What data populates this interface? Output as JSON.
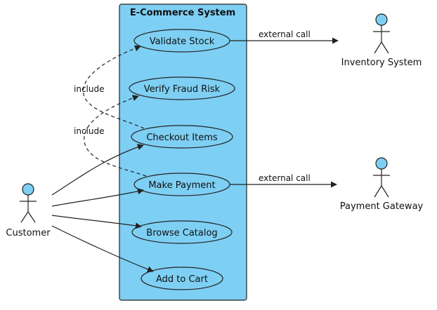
{
  "colors": {
    "system_fill": "#7ecff4",
    "usecase_fill": "#7ecff4",
    "actor_head_fill": "#7ecff4",
    "stroke": "#222222"
  },
  "system": {
    "title": "E-Commerce System"
  },
  "use_cases": {
    "validate_stock": "Validate Stock",
    "verify_fraud_risk": "Verify Fraud Risk",
    "checkout_items": "Checkout Items",
    "make_payment": "Make Payment",
    "browse_catalog": "Browse Catalog",
    "add_to_cart": "Add to Cart"
  },
  "actors": {
    "customer": "Customer",
    "inventory_system": "Inventory System",
    "payment_gateway": "Payment Gateway"
  },
  "relations": {
    "include_1": "include",
    "include_2": "include",
    "external_call_1": "external call",
    "external_call_2": "external call"
  }
}
